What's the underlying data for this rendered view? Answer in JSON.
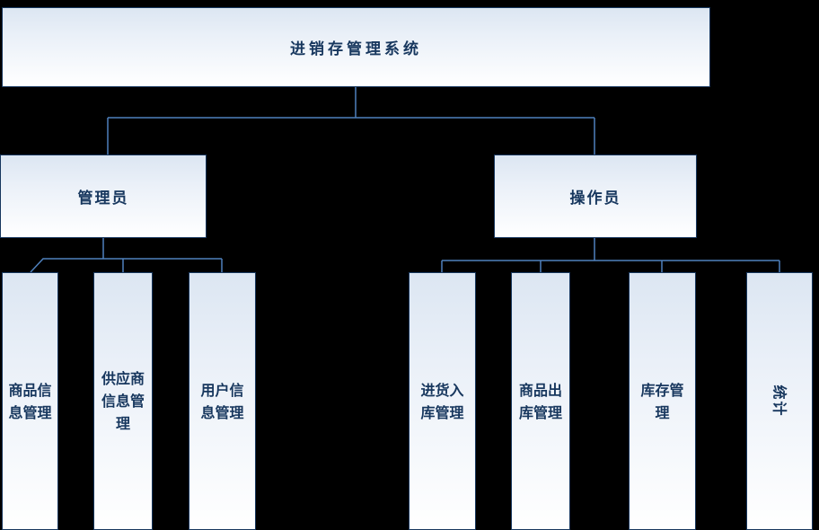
{
  "diagram": {
    "title": "进销存管理系统",
    "branches": [
      {
        "label": "管理员",
        "children": [
          "商品信息管理",
          "供应商信息管理",
          "用户信息管理"
        ]
      },
      {
        "label": "操作员",
        "children": [
          "进货入库管理",
          "商品出库管理",
          "库存管理",
          "统计"
        ]
      }
    ],
    "colors": {
      "background": "#000000",
      "connector": "#4f81bd",
      "node_border": "#17375e",
      "node_fill_top": "#dce6f2",
      "node_fill_bottom": "#ffffff",
      "text": "#17375e"
    }
  }
}
